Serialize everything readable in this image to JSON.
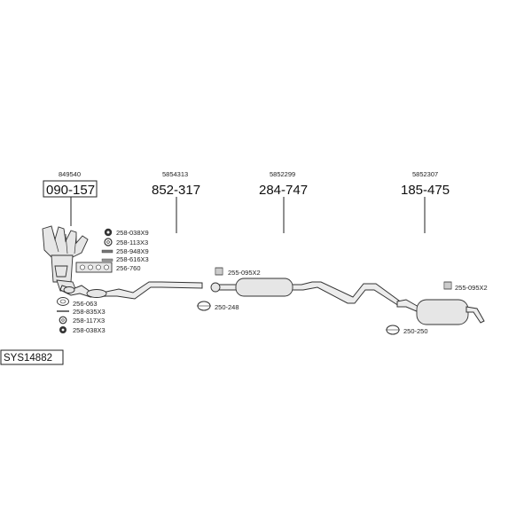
{
  "diagram": {
    "system_id": "SYS14882",
    "assemblies": [
      {
        "ref": "849540",
        "part": "090-157"
      },
      {
        "ref": "5854313",
        "part": "852-317"
      },
      {
        "ref": "5852299",
        "part": "284-747"
      },
      {
        "ref": "5852307",
        "part": "185-475"
      }
    ],
    "manifold_parts": [
      "258-038X9",
      "258-113X3",
      "258-948X9",
      "258-616X3",
      "256-760"
    ],
    "downpipe_parts": [
      "256-063",
      "258-835X3",
      "258-117X3",
      "258-038X3"
    ],
    "middle_parts": [
      "255-095X2",
      "250-248"
    ],
    "rear_parts": [
      "255-095X2",
      "250-250"
    ]
  }
}
